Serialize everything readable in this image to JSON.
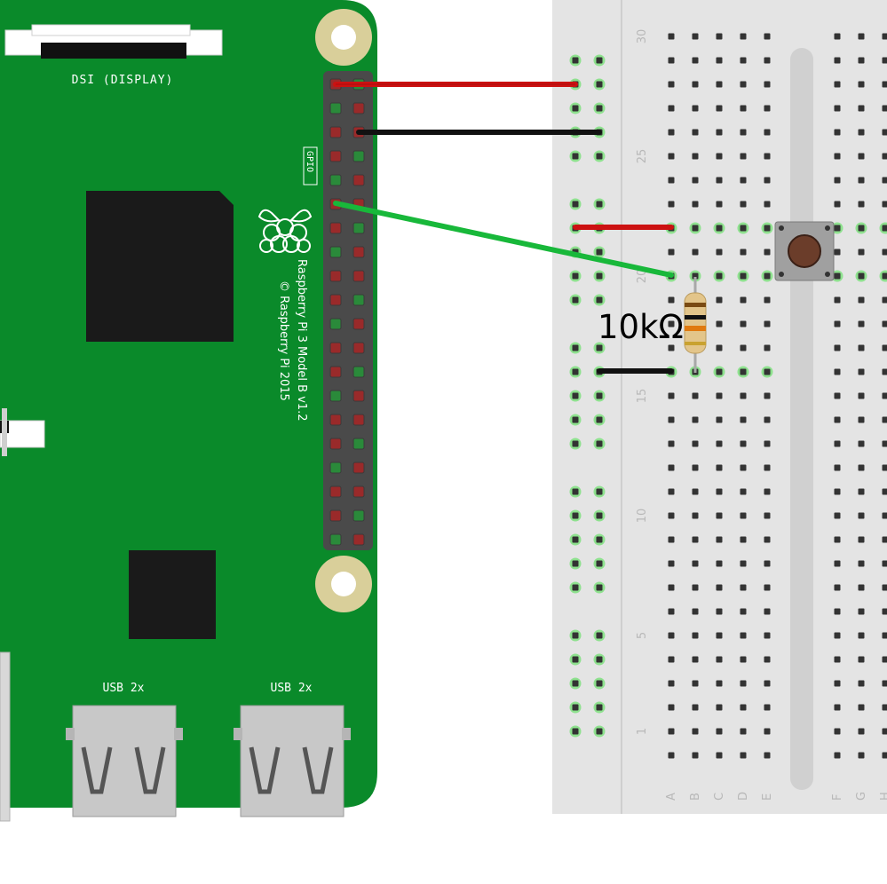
{
  "pi": {
    "dsi_label": "DSI (DISPLAY)",
    "gpio_label": "GPIO",
    "model_text": "Raspberry Pi 3 Model B v1.2",
    "copyright_text": "© Raspberry Pi 2015",
    "usb_labels": [
      "USB 2x",
      "USB 2x"
    ],
    "logo_icon": "raspberry-logo-icon",
    "board_color": "#0a8a2a"
  },
  "breadboard": {
    "row_numbers": [
      "30",
      "25",
      "20",
      "15",
      "10",
      "5",
      "1"
    ],
    "column_letters_left": [
      "A",
      "B",
      "C",
      "D",
      "E"
    ],
    "column_letters_right": [
      "F",
      "G",
      "H"
    ]
  },
  "components": {
    "resistor_label": "10kΩ",
    "button_icon": "push-button-icon"
  },
  "wires": {
    "colors": {
      "power": "#cc1111",
      "ground": "#111111",
      "signal": "#18b83a"
    }
  }
}
